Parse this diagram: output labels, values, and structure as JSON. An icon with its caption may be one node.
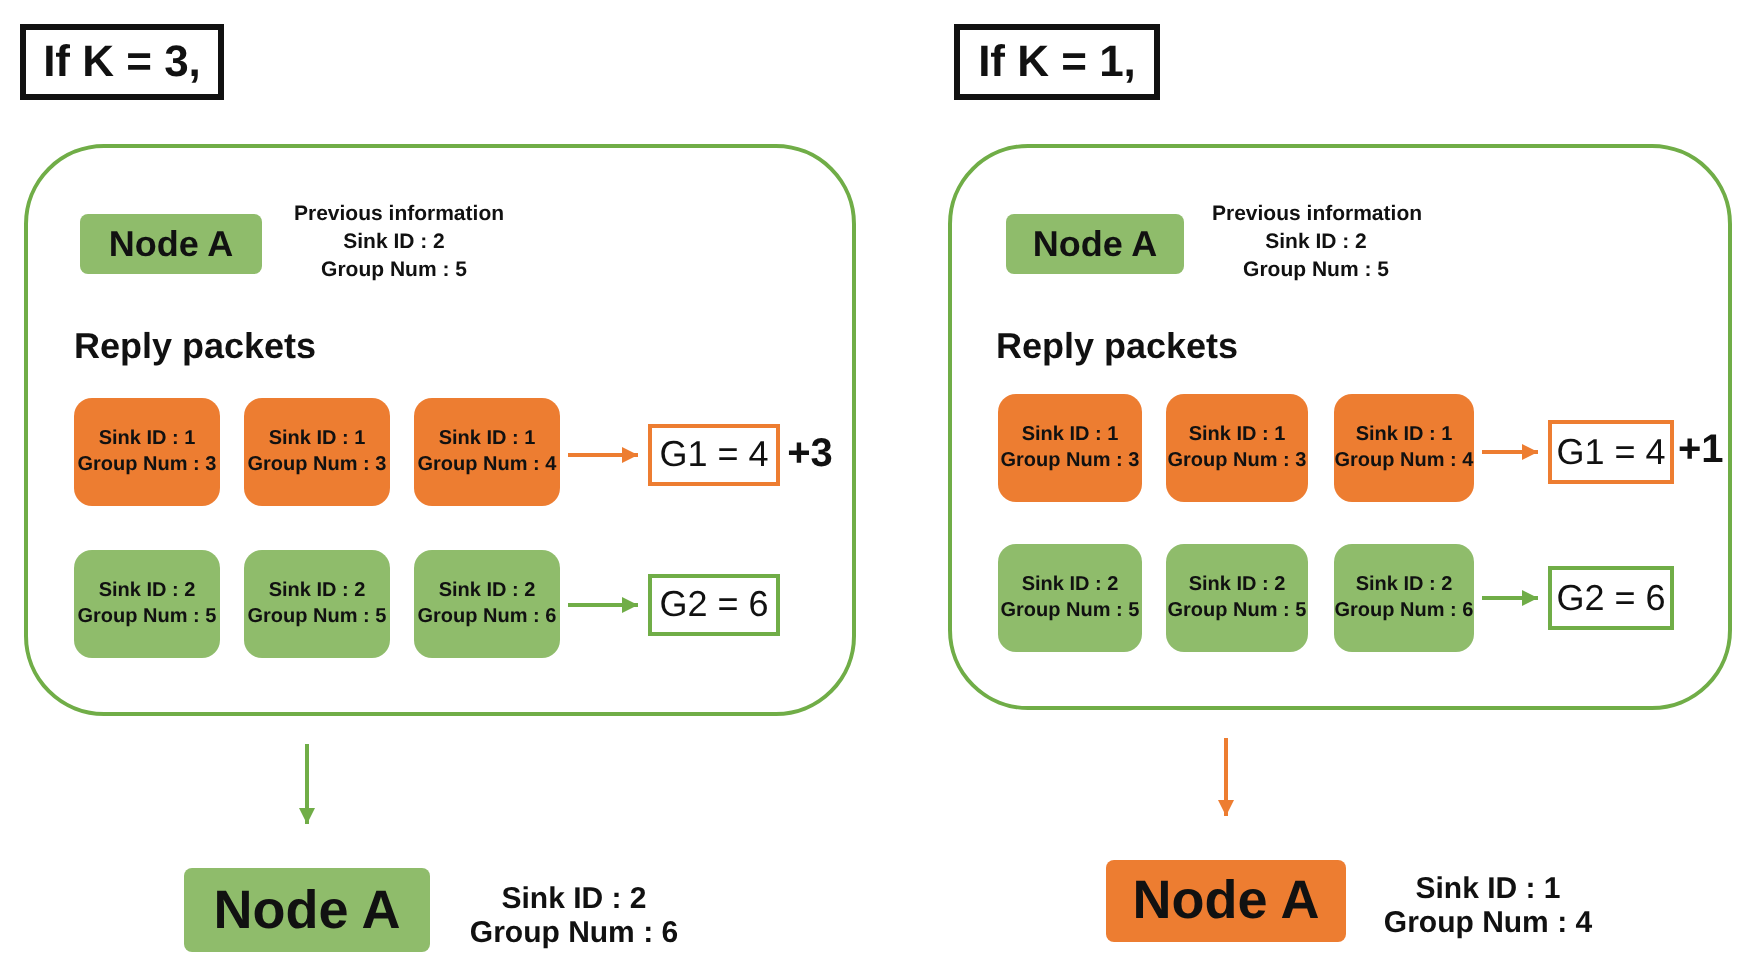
{
  "diagram": {
    "nodes": [
      {
        "text": [
          "If K = 3,"
        ]
      },
      {
        "text": [],
        "shape": "box"
      },
      {
        "text": [
          "Node A"
        ],
        "in": 1,
        "beside": [
          "Previous information",
          "Sink ID : 2",
          "Group Num : 5"
        ]
      },
      {
        "text": [
          "Sink ID : 1",
          "Group Num : 3"
        ],
        "in": 1
      },
      {
        "text": [
          "Sink ID : 1",
          "Group Num : 3"
        ],
        "in": 1
      },
      {
        "text": [
          "Sink ID : 1",
          "Group Num : 4"
        ],
        "in": 1
      },
      {
        "text": [
          "G1 = 4"
        ],
        "in": 1,
        "beside": [
          "+3"
        ]
      },
      {
        "text": [
          "Sink ID : 2",
          "Group Num : 5"
        ],
        "in": 1
      },
      {
        "text": [
          "Sink ID : 2",
          "Group Num : 5"
        ],
        "in": 1
      },
      {
        "text": [
          "Sink ID : 2",
          "Group Num : 6"
        ],
        "in": 1
      },
      {
        "text": [
          "G2 = 6"
        ],
        "in": 1
      },
      {
        "text": [
          "Node A"
        ],
        "beside": [
          "Sink ID : 2",
          "Group Num : 6"
        ]
      },
      {
        "text": [
          "If K = 1,"
        ]
      },
      {
        "text": [],
        "shape": "box"
      },
      {
        "text": [
          "Node A"
        ],
        "in": 13,
        "beside": [
          "Previous information",
          "Sink ID : 2",
          "Group Num : 5"
        ]
      },
      {
        "text": [
          "Sink ID : 1",
          "Group Num : 3"
        ],
        "in": 13
      },
      {
        "text": [
          "Sink ID : 1",
          "Group Num : 3"
        ],
        "in": 13
      },
      {
        "text": [
          "Sink ID : 1",
          "Group Num : 4"
        ],
        "in": 13
      },
      {
        "text": [
          "G1 = 4"
        ],
        "in": 13,
        "beside": [
          "+1"
        ]
      },
      {
        "text": [
          "Sink ID : 2",
          "Group Num : 5"
        ],
        "in": 13
      },
      {
        "text": [
          "Sink ID : 2",
          "Group Num : 5"
        ],
        "in": 13
      },
      {
        "text": [
          "Sink ID : 2",
          "Group Num : 6"
        ],
        "in": 13
      },
      {
        "text": [
          "G2 = 6"
        ],
        "in": 13
      },
      {
        "text": [
          "Node A"
        ],
        "beside": [
          "Sink ID : 1",
          "Group Num : 4"
        ]
      }
    ],
    "edges": [
      {
        "from": 5,
        "to": 6,
        "arrow": "to",
        "color": "#ed7d31"
      },
      {
        "from": 9,
        "to": 10,
        "arrow": "to",
        "color": "#70ad47"
      },
      {
        "from": 1,
        "to": 11,
        "arrow": "to",
        "color": "#70ad47"
      },
      {
        "from": 17,
        "to": 18,
        "arrow": "to",
        "color": "#ed7d31"
      },
      {
        "from": 21,
        "to": 22,
        "arrow": "to",
        "color": "#70ad47"
      },
      {
        "from": 13,
        "to": 23,
        "arrow": "to",
        "color": "#ed7d31"
      }
    ],
    "labels": [
      "Reply packets",
      "Reply packets"
    ]
  }
}
